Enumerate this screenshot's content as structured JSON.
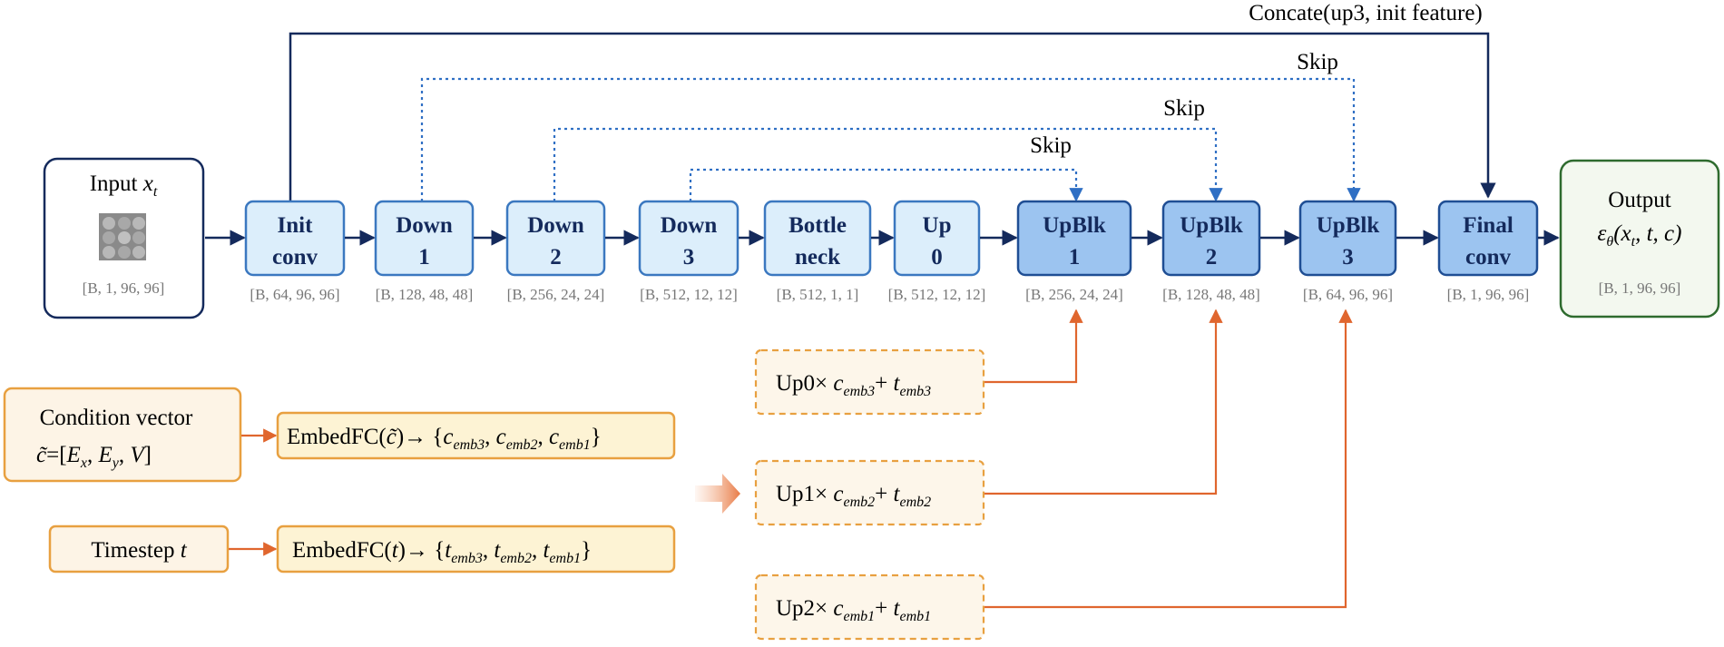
{
  "input": {
    "label": "Input",
    "var": "x",
    "sub": "t",
    "shape": "[B, 1, 96, 96]"
  },
  "output": {
    "label": "Output",
    "eps": "ε",
    "theta": "θ",
    "args_a": "(x",
    "args_sub": "t",
    "args_b": ", t, c)",
    "shape": "[B, 1, 96, 96]"
  },
  "blocks": [
    {
      "l1": "Init",
      "l2": "conv",
      "shape": "[B, 64, 96, 96]"
    },
    {
      "l1": "Down",
      "l2": "1",
      "shape": "[B, 128, 48, 48]"
    },
    {
      "l1": "Down",
      "l2": "2",
      "shape": "[B, 256, 24, 24]"
    },
    {
      "l1": "Down",
      "l2": "3",
      "shape": "[B, 512, 12, 12]"
    },
    {
      "l1": "Bottle",
      "l2": "neck",
      "shape": "[B, 512, 1, 1]"
    },
    {
      "l1": "Up",
      "l2": "0",
      "shape": "[B, 512, 12, 12]"
    },
    {
      "l1": "UpBlk",
      "l2": "1",
      "shape": "[B, 256, 24, 24]"
    },
    {
      "l1": "UpBlk",
      "l2": "2",
      "shape": "[B, 128, 48, 48]"
    },
    {
      "l1": "UpBlk",
      "l2": "3",
      "shape": "[B, 64, 96, 96]"
    },
    {
      "l1": "Final",
      "l2": "conv",
      "shape": "[B, 1, 96, 96]"
    }
  ],
  "connections": {
    "concat": "Concate(up3, init feature)",
    "skip": "Skip"
  },
  "condition": {
    "line1": "Condition vector",
    "c": "c̃",
    "eq": "=[",
    "ex": "E",
    "ex_sub": "x",
    "comma1": ", ",
    "ey": "E",
    "ey_sub": "y",
    "comma2": ", ",
    "v": "V",
    "close": "]"
  },
  "timestep": {
    "label": "Timestep ",
    "t": "t"
  },
  "embed_c": {
    "prefix": "EmbedFC(",
    "arg": "c̃",
    "suffix": ")→ {",
    "items": [
      "emb3",
      "emb2",
      "emb1"
    ],
    "sym": "c",
    "close": "}"
  },
  "embed_t": {
    "prefix": "EmbedFC(",
    "arg": "t",
    "suffix": ")→ {",
    "items": [
      "emb3",
      "emb2",
      "emb1"
    ],
    "sym": "t",
    "close": "}"
  },
  "mods": [
    {
      "prefix": "Up0× ",
      "c_sub": "emb3",
      "t_sub": "emb3"
    },
    {
      "prefix": "Up1× ",
      "c_sub": "emb2",
      "t_sub": "emb2"
    },
    {
      "prefix": "Up2× ",
      "c_sub": "emb1",
      "t_sub": "emb1"
    }
  ],
  "colors": {
    "navy": "#142a5c",
    "block_fill": "#dceefb",
    "block_stroke": "#3b78c0",
    "up_fill": "#9cc4f0",
    "up_stroke": "#1f4e94",
    "skip": "#2f6fc4",
    "orange": "#e0662e",
    "orange_box": "#e8a040",
    "cond_fill": "#fdf4e6",
    "embed_fill": "#fdf3d4",
    "out_stroke": "#2e6b2e",
    "shape_text": "#777777"
  }
}
